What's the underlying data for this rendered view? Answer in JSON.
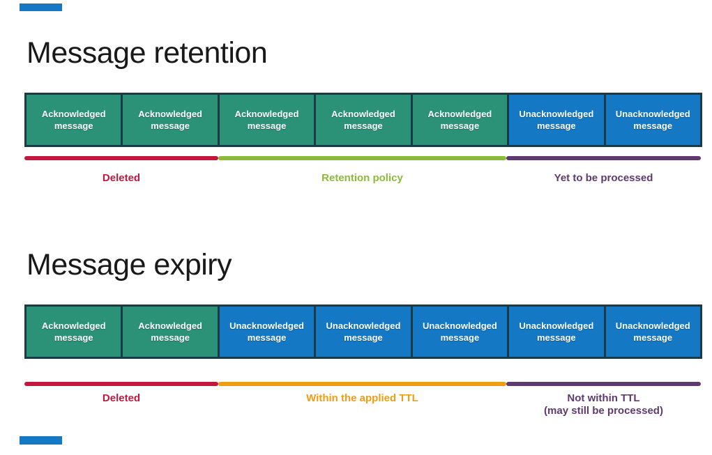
{
  "colors": {
    "box_green": "#2B9277",
    "box_blue": "#1478C4",
    "box_border": "#1B3A45",
    "box_text": "#FFFFFF",
    "red": "#C2173F",
    "green": "#8CBA3B",
    "orange": "#F09D15",
    "purple": "#5E3A6F",
    "title_text": "#191919"
  },
  "diagrams": [
    {
      "title": "Message retention",
      "boxes": [
        {
          "label": "Acknowledged message",
          "state": "acknowledged"
        },
        {
          "label": "Acknowledged message",
          "state": "acknowledged"
        },
        {
          "label": "Acknowledged message",
          "state": "acknowledged"
        },
        {
          "label": "Acknowledged message",
          "state": "acknowledged"
        },
        {
          "label": "Acknowledged message",
          "state": "acknowledged"
        },
        {
          "label": "Unacknowledged message",
          "state": "unacknowledged"
        },
        {
          "label": "Unacknowledged message",
          "state": "unacknowledged"
        }
      ],
      "segments": [
        {
          "label": "Deleted",
          "color": "red",
          "boxes_spanned": 2
        },
        {
          "label": "Retention policy",
          "color": "green",
          "boxes_spanned": 3
        },
        {
          "label": "Yet to be processed",
          "color": "purple",
          "boxes_spanned": 2
        }
      ]
    },
    {
      "title": "Message expiry",
      "boxes": [
        {
          "label": "Acknowledged message",
          "state": "acknowledged"
        },
        {
          "label": "Acknowledged message",
          "state": "acknowledged"
        },
        {
          "label": "Unacknowledged message",
          "state": "unacknowledged"
        },
        {
          "label": "Unacknowledged message",
          "state": "unacknowledged"
        },
        {
          "label": "Unacknowledged message",
          "state": "unacknowledged"
        },
        {
          "label": "Unacknowledged message",
          "state": "unacknowledged"
        },
        {
          "label": "Unacknowledged message",
          "state": "unacknowledged"
        }
      ],
      "segments": [
        {
          "label": "Deleted",
          "color": "red",
          "boxes_spanned": 2
        },
        {
          "label": "Within the applied TTL",
          "color": "orange",
          "boxes_spanned": 3
        },
        {
          "label": "Not within TTL\n(may still be processed)",
          "color": "purple",
          "boxes_spanned": 2
        }
      ]
    }
  ]
}
